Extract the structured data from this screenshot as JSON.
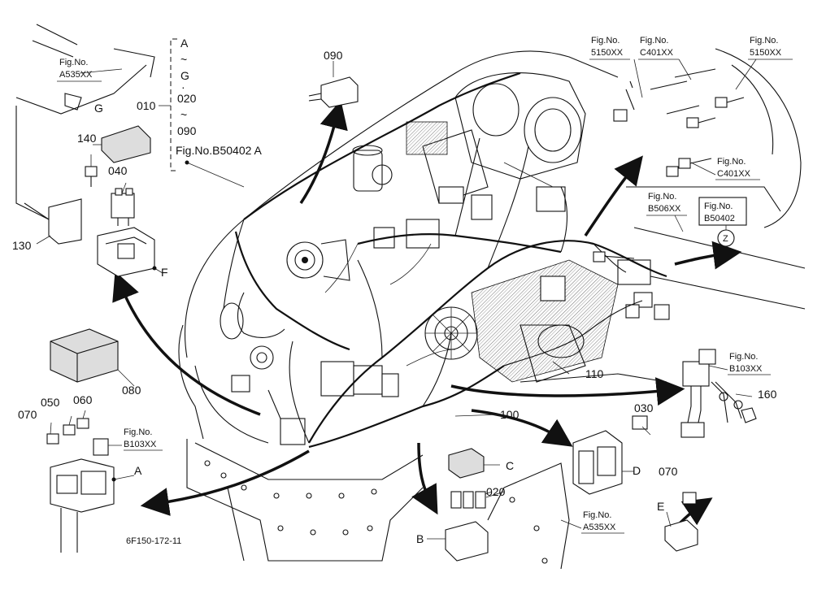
{
  "callouts": {
    "fig_a535_top": {
      "line1": "Fig.No.",
      "line2": "A535XX"
    },
    "fig_5150_left": {
      "line1": "Fig.No.",
      "line2": "5150XX"
    },
    "fig_c401_top": {
      "line1": "Fig.No.",
      "line2": "C401XX"
    },
    "fig_5150_right": {
      "line1": "Fig.No.",
      "line2": "5150XX"
    },
    "fig_c401_right": {
      "line1": "Fig.No.",
      "line2": "C401XX"
    },
    "fig_b506": {
      "line1": "Fig.No.",
      "line2": "B506XX"
    },
    "fig_b50402_box": {
      "line1": "Fig.No.",
      "line2": "B50402"
    },
    "fig_b103_right": {
      "line1": "Fig.No.",
      "line2": "B103XX"
    },
    "fig_b103_left": {
      "line1": "Fig.No.",
      "line2": "B103XX"
    },
    "fig_a535_bottom": {
      "line1": "Fig.No.",
      "line2": "A535XX"
    }
  },
  "range_label": {
    "from": "A",
    "tilde1": "~",
    "to": "G",
    "dot": "·",
    "num_from": "020",
    "tilde2": "~",
    "num_to": "090",
    "ref": "Fig.No.B50402  A"
  },
  "part_numbers": {
    "p010": "010",
    "p020": "020",
    "p030": "030",
    "p040": "040",
    "p050": "050",
    "p060": "060",
    "p070_left": "070",
    "p070_right": "070",
    "p080": "080",
    "p090": "090",
    "p100": "100",
    "p110": "110",
    "p130": "130",
    "p140": "140",
    "p160": "160"
  },
  "letters": {
    "A": "A",
    "B": "B",
    "C": "C",
    "D": "D",
    "E": "E",
    "F": "F",
    "G": "G",
    "Z": "Z"
  },
  "drawing_code": "6F150-172-11"
}
